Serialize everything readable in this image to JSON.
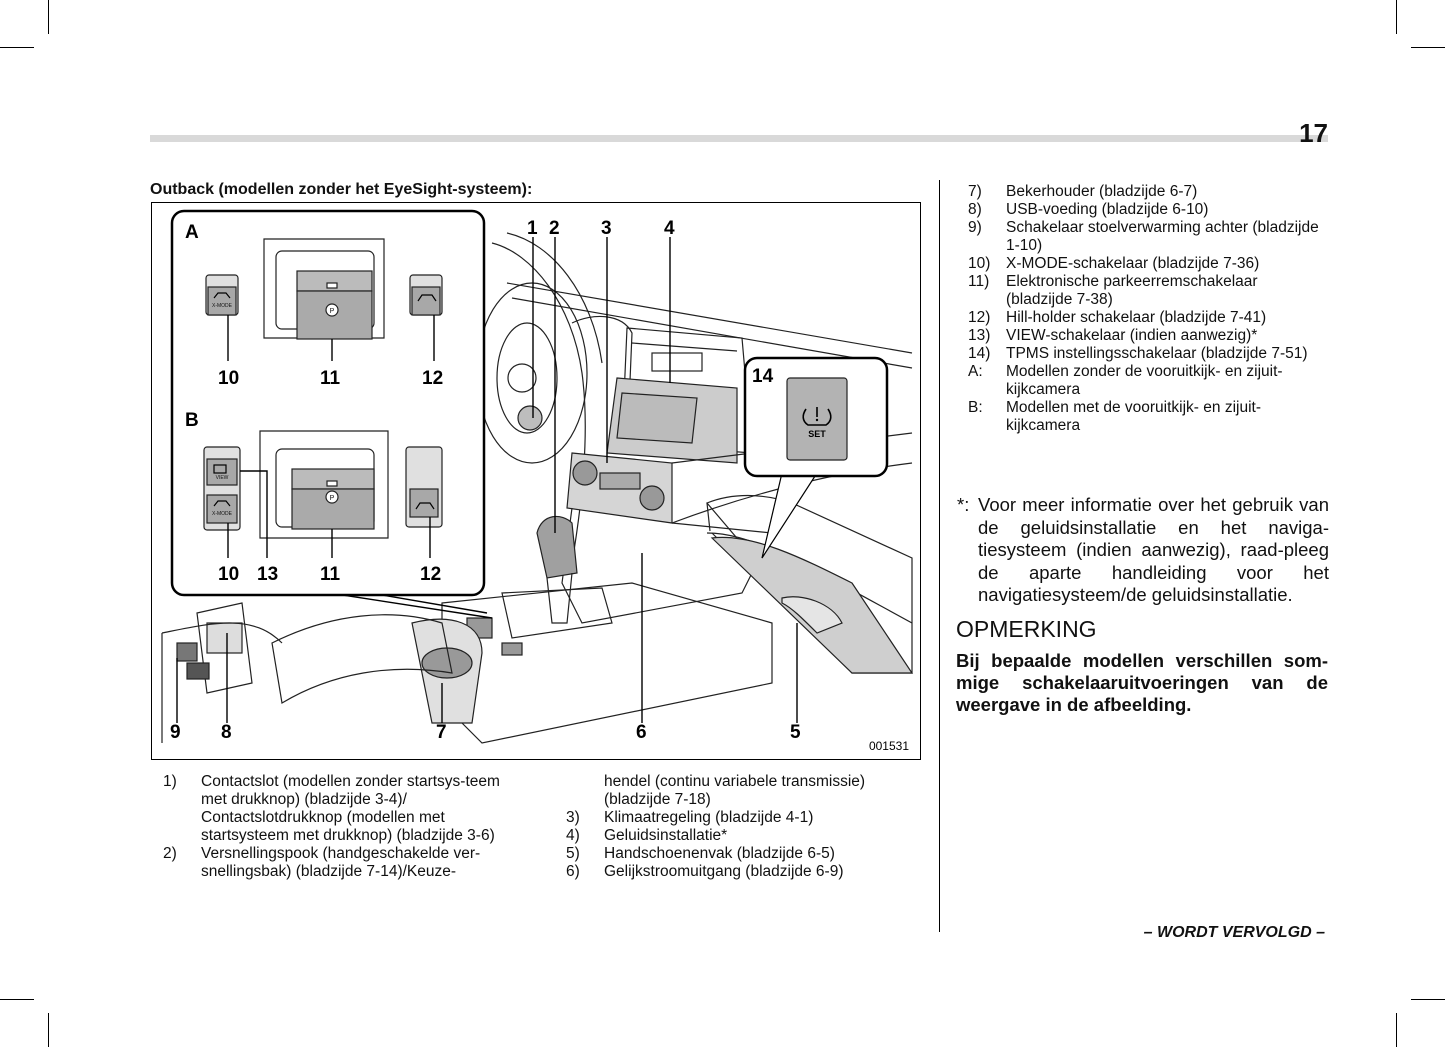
{
  "page": {
    "number": "17",
    "continued": "– WORDT VERVOLGD –"
  },
  "figure": {
    "title": "Outback (modellen zonder het EyeSight-systeem):",
    "code": "001531",
    "inset_a": {
      "label": "A",
      "callouts": [
        "10",
        "11",
        "12"
      ]
    },
    "inset_b": {
      "label": "B",
      "callouts": [
        "10",
        "13",
        "11",
        "12"
      ]
    },
    "inset_14": {
      "callout": "14",
      "button_text": "SET"
    },
    "switch_labels": {
      "xmode": "X-MODE",
      "view": "VIEW",
      "park": "P"
    },
    "callouts_top": [
      "1",
      "2",
      "3",
      "4"
    ],
    "callouts_bottom": [
      "9",
      "8",
      "7",
      "6",
      "5"
    ]
  },
  "legend_left": [
    {
      "num": "1)",
      "text": "Contactslot (modellen zonder startsys-teem met drukknop) (bladzijde 3-4)/ Contactslotdrukknop (modellen met startsysteem met drukknop) (bladzijde 3-6)"
    },
    {
      "num": "2)",
      "text": "Versnellingspook (handgeschakelde ver-snellingsbak) (bladzijde 7-14)/Keuze-"
    }
  ],
  "legend_mid": [
    {
      "num": "",
      "text": "hendel (continu variabele transmissie) (bladzijde 7-18)"
    },
    {
      "num": "3)",
      "text": "Klimaatregeling (bladzijde 4-1)"
    },
    {
      "num": "4)",
      "text": "Geluidsinstallatie*"
    },
    {
      "num": "5)",
      "text": "Handschoenenvak (bladzijde 6-5)"
    },
    {
      "num": "6)",
      "text": "Gelijkstroomuitgang (bladzijde 6-9)"
    }
  ],
  "legend_right": [
    {
      "num": "7)",
      "text": "Bekerhouder (bladzijde 6-7)"
    },
    {
      "num": "8)",
      "text": "USB-voeding (bladzijde 6-10)"
    },
    {
      "num": "9)",
      "text": "Schakelaar stoelverwarming achter (bladzijde 1-10)"
    },
    {
      "num": "10)",
      "text": "X-MODE-schakelaar (bladzijde 7-36)"
    },
    {
      "num": "11)",
      "text": "Elektronische parkeerremschakelaar (bladzijde 7-38)"
    },
    {
      "num": "12)",
      "text": "Hill-holder schakelaar (bladzijde 7-41)"
    },
    {
      "num": "13)",
      "text": "VIEW-schakelaar (indien aanwezig)*"
    },
    {
      "num": "14)",
      "text": "TPMS instellingsschakelaar (bladzijde 7-51)"
    },
    {
      "num": "A:",
      "text": "Modellen zonder de vooruitkijk- en zijuit-kijkcamera"
    },
    {
      "num": "B:",
      "text": "Modellen met de vooruitkijk- en zijuit-kijkcamera"
    }
  ],
  "note": {
    "marker": "*:",
    "text": "Voor meer informatie over het gebruik van de geluidsinstallatie en het naviga-tiesysteem (indien aanwezig), raad-pleeg de aparte handleiding voor het navigatiesysteem/de geluidsinstallatie."
  },
  "opmerking": {
    "title": "OPMERKING",
    "text": "Bij bepaalde modellen verschillen som-mige schakelaaruitvoeringen van de weergave in de afbeelding."
  }
}
